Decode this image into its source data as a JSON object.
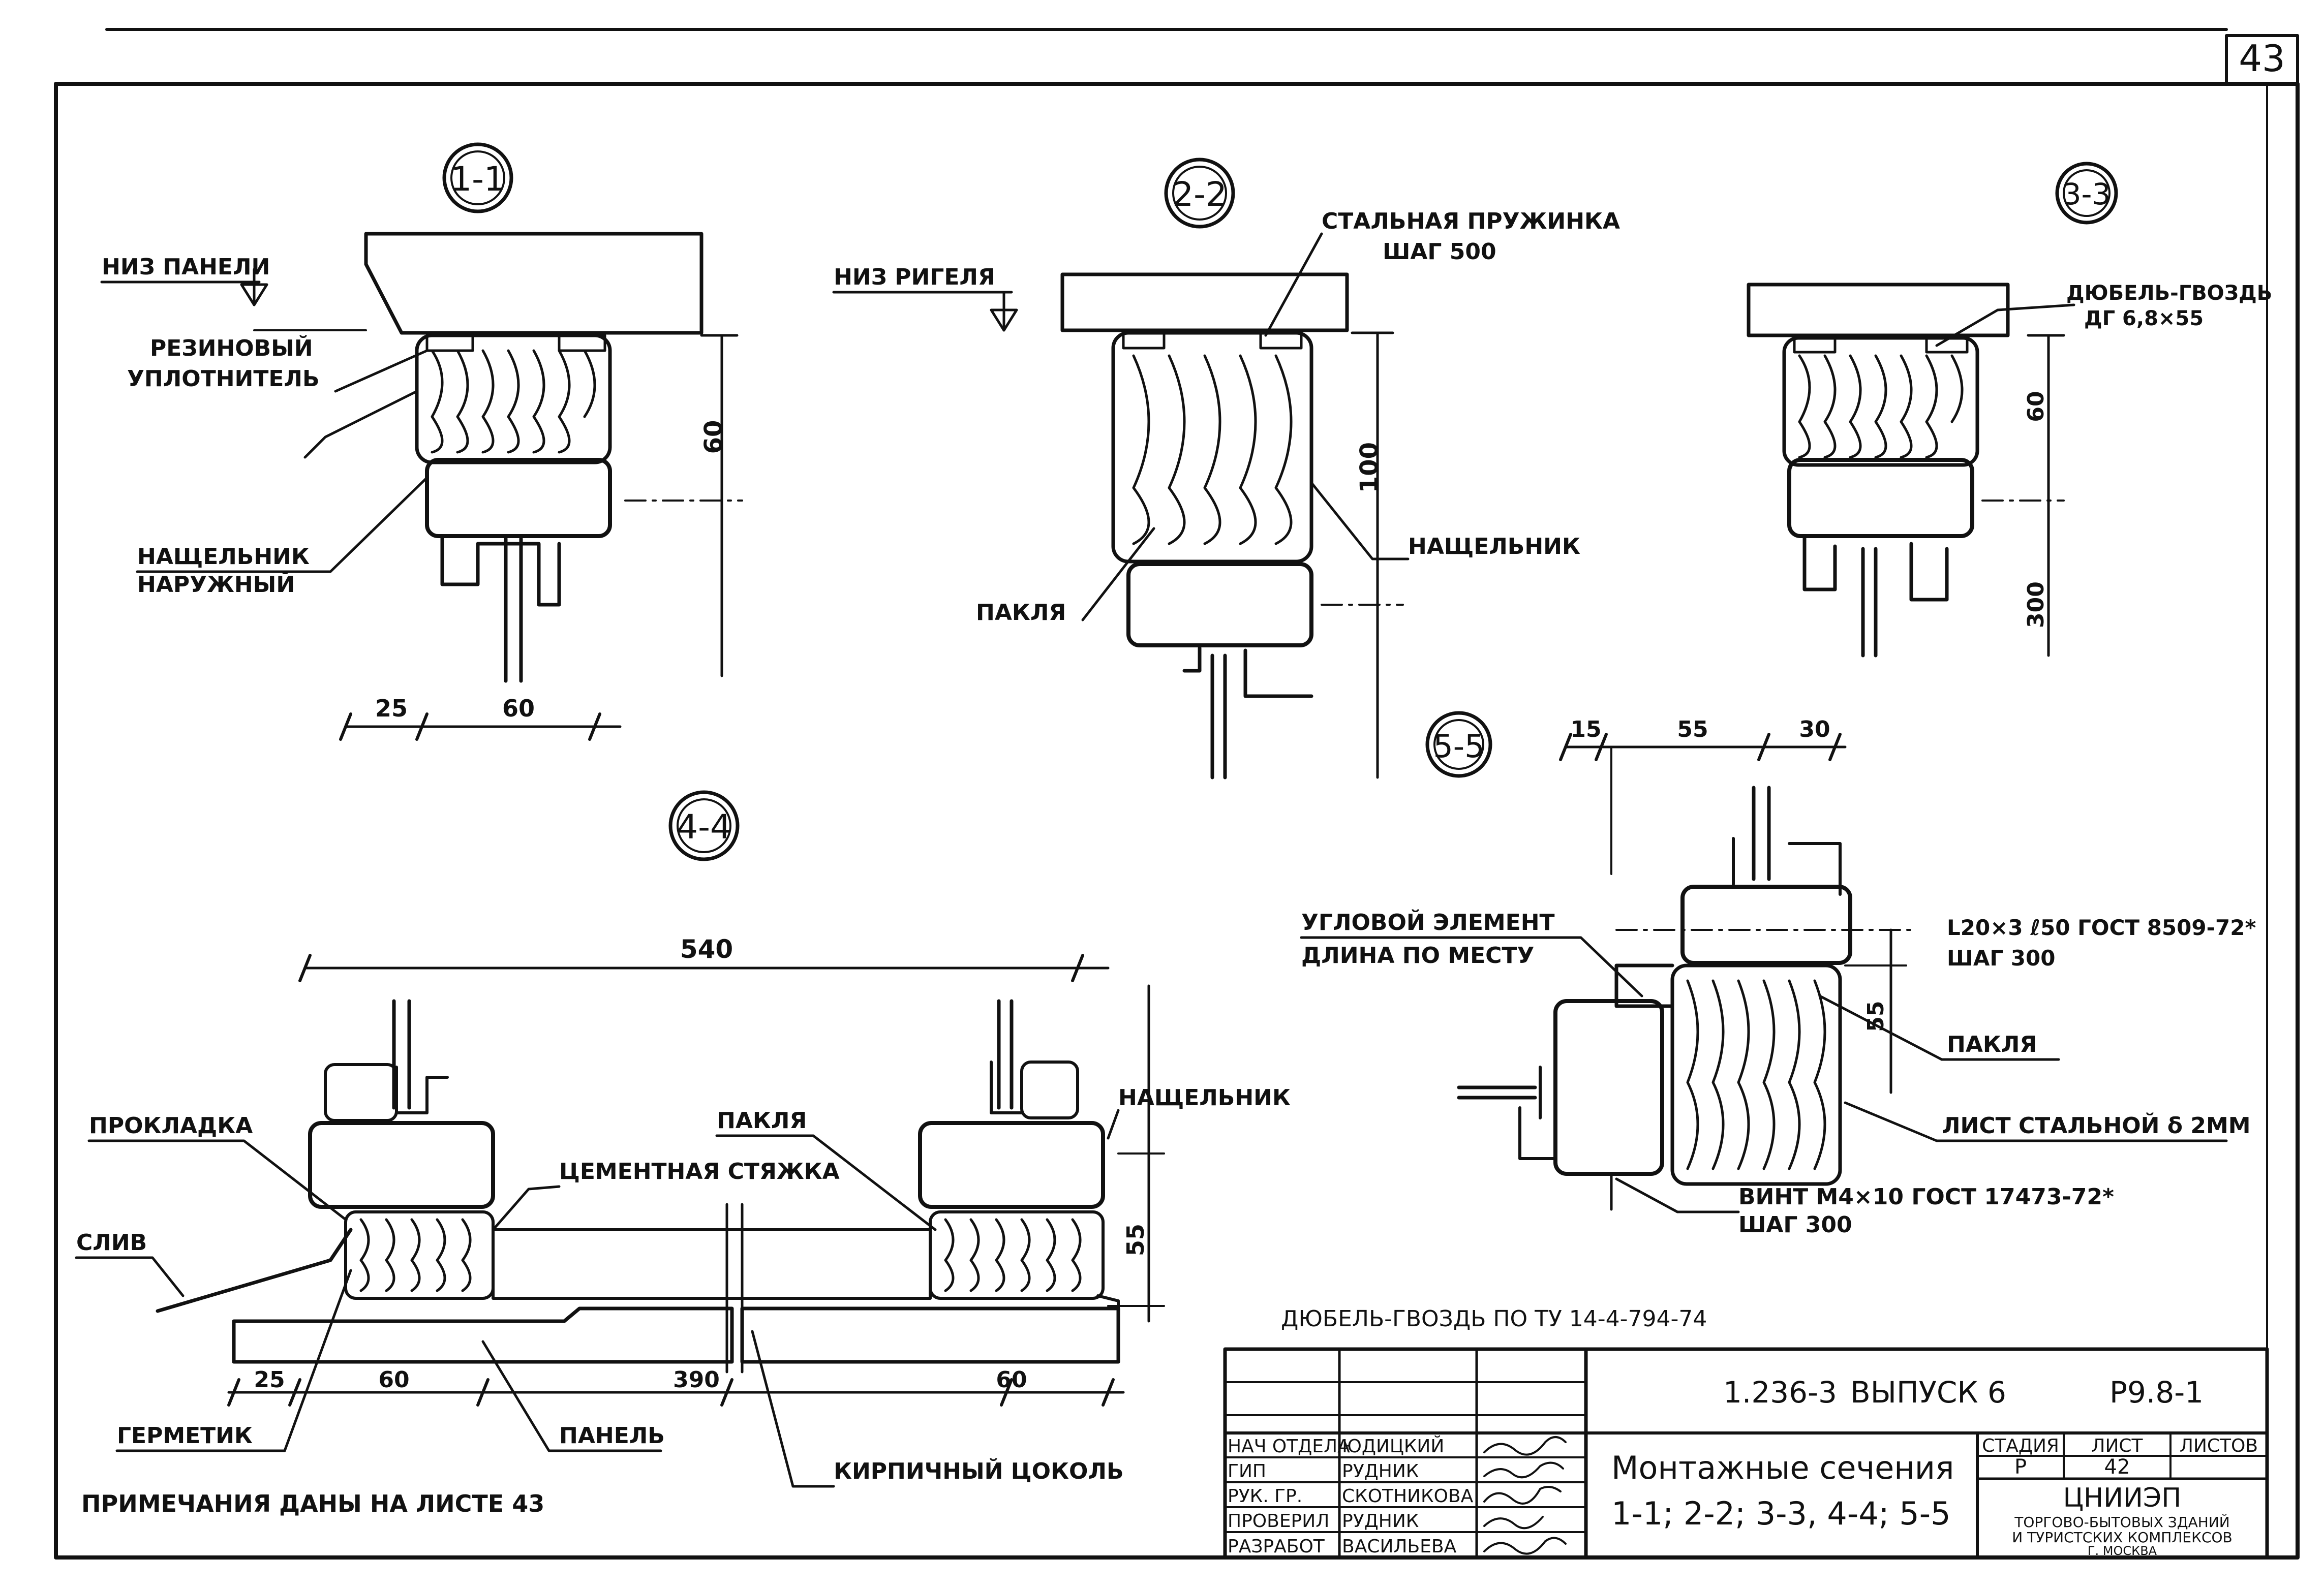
{
  "sheet": {
    "page_number": "43",
    "doc_code": "1.236-3",
    "issue": "ВЫПУСК 6",
    "drawing_no": "Р9.8-1",
    "title_line1": "Монтажные сечения",
    "title_line2": "1-1; 2-2; 3-3, 4-4; 5-5",
    "stage_header": "СТАДИЯ",
    "sheet_header": "ЛИСТ",
    "sheets_header": "ЛИСТОВ",
    "stage": "Р",
    "sheet": "42",
    "org_name": "ЦНИИЭП",
    "org_desc1": "ТОРГОВО-БЫТОВЫХ ЗДАНИЙ",
    "org_desc2": "И ТУРИСТСКИХ КОМПЛЕКСОВ",
    "org_desc3": "Г. МОСКВА",
    "staff": [
      {
        "role": "НАЧ ОТДЕЛА",
        "name": "ЮДИЦКИЙ"
      },
      {
        "role": "ГИП",
        "name": "РУДНИК"
      },
      {
        "role": "РУК. ГР.",
        "name": "СКОТНИКОВА"
      },
      {
        "role": "ПРОВЕРИЛ",
        "name": "РУДНИК"
      },
      {
        "role": "РАЗРАБОТ",
        "name": "ВАСИЛЬЕВА"
      }
    ],
    "notes": "ПРИМЕЧАНИЯ ДАНЫ НА ЛИСТЕ 43",
    "dowel_note": "ДЮБЕЛЬ-ГВОЗДЬ  ПО  ТУ 14-4-794-74"
  },
  "sections": {
    "s11": {
      "tag": "1-1",
      "label_panel_bottom": "НИЗ ПАНЕЛИ",
      "label_seal1": "РЕЗИНОВЫЙ",
      "label_seal2": "УПЛОТНИТЕЛЬ",
      "label_strip1": "НАЩЕЛЬНИК",
      "label_strip2": "НАРУЖНЫЙ",
      "dim_height": "60",
      "dim_a": "25",
      "dim_b": "60"
    },
    "s22": {
      "tag": "2-2",
      "label_beam_bottom": "НИЗ РИГЕЛЯ",
      "label_spring1": "СТАЛЬНАЯ ПРУЖИНКА",
      "label_spring2": "ШАГ 500",
      "label_strip": "НАЩЕЛЬНИК",
      "label_tow": "ПАКЛЯ",
      "dim_height": "100"
    },
    "s33": {
      "tag": "3-3",
      "label_dowel1": "ДЮБЕЛЬ-ГВОЗДЬ",
      "label_dowel2": "ДГ 6,8×55",
      "dim_height": "60",
      "dim_lower": "300"
    },
    "s44": {
      "tag": "4-4",
      "dim_total": "540",
      "label_gasket": "ПРОКЛАДКА",
      "label_drip": "СЛИВ",
      "label_screed": "ЦЕМЕНТНАЯ СТЯЖКА",
      "label_tow": "ПАКЛЯ",
      "label_strip": "НАЩЕЛЬНИК",
      "label_sealant": "ГЕРМЕТИК",
      "label_panel": "ПАНЕЛЬ",
      "label_plinth": "КИРПИЧНЫЙ ЦОКОЛЬ",
      "dim_height": "55",
      "dim_a": "25",
      "dim_b": "60",
      "dim_c": "390",
      "dim_d": "60"
    },
    "s55": {
      "tag": "5-5",
      "dim_a": "15",
      "dim_b": "55",
      "dim_c": "30",
      "label_corner1": "УГЛОВОЙ ЭЛЕМЕНТ",
      "label_corner2": "ДЛИНА ПО МЕСТУ",
      "label_angle1": "L20×3  ℓ50 ГОСТ 8509-72*",
      "label_angle2": "ШАГ 300",
      "dim_height": "55",
      "label_tow": "ПАКЛЯ",
      "label_sheet": "ЛИСТ СТАЛЬНОЙ δ 2ММ",
      "label_screw1": "ВИНТ М4×10 ГОСТ 17473-72*",
      "label_screw2": "ШАГ 300"
    }
  }
}
